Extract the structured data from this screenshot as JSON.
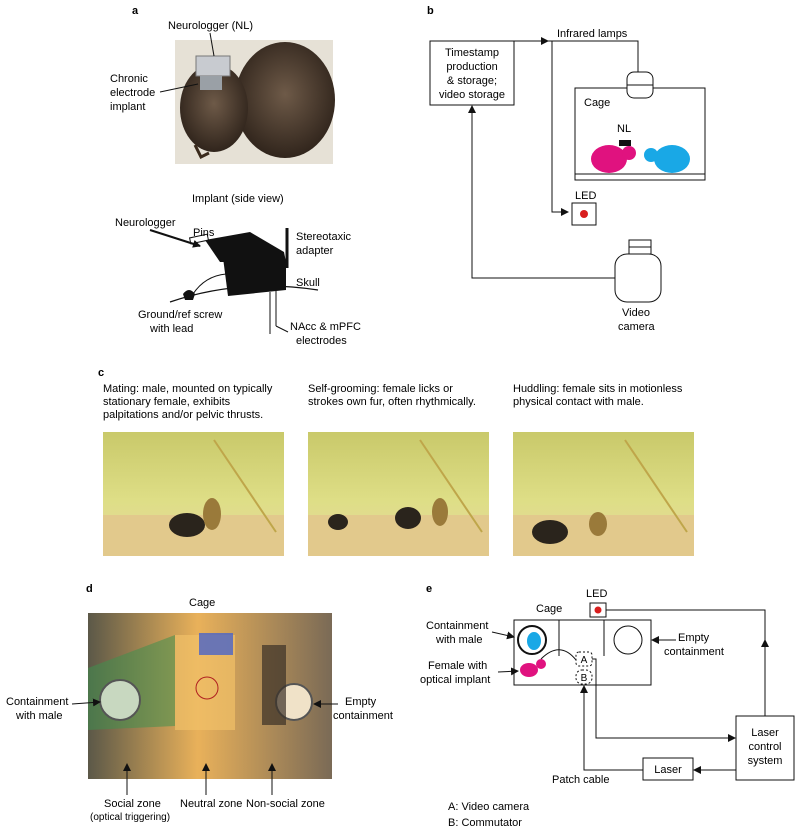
{
  "panels": {
    "a": {
      "letter": "a",
      "nl_label": "Neurologger (NL)",
      "implant_label_1": "Chronic",
      "implant_label_2": "electrode",
      "implant_label_3": "implant",
      "side_view_title": "Implant (side view)",
      "neurologger": "Neurologger",
      "pins": "Pins",
      "stereotaxic_1": "Stereotaxic",
      "stereotaxic_2": "adapter",
      "skull": "Skull",
      "ground_1": "Ground/ref screw",
      "ground_2": "with lead",
      "electrodes_1": "NAcc & mPFC",
      "electrodes_2": "electrodes"
    },
    "b": {
      "letter": "b",
      "timestamp_1": "Timestamp",
      "timestamp_2": "production",
      "timestamp_3": "& storage;",
      "timestamp_4": "video storage",
      "infrared": "Infrared lamps",
      "cage": "Cage",
      "nl": "NL",
      "led": "LED",
      "camera_1": "Video",
      "camera_2": "camera"
    },
    "c": {
      "letter": "c",
      "items": [
        {
          "line1": "Mating: male, mounted on typically",
          "line2": "stationary female, exhibits",
          "line3": "palpitations and/or pelvic thrusts."
        },
        {
          "line1": "Self-grooming: female licks or",
          "line2": "strokes own fur, often rhythmically.",
          "line3": ""
        },
        {
          "line1": "Huddling: female sits in motionless",
          "line2": "physical contact with male.",
          "line3": ""
        }
      ]
    },
    "d": {
      "letter": "d",
      "cage": "Cage",
      "containment_male_1": "Containment",
      "containment_male_2": "with male",
      "empty_1": "Empty",
      "empty_2": "containment",
      "social_1": "Social zone",
      "social_2": "(optical triggering)",
      "neutral": "Neutral zone",
      "nonsocial": "Non-social zone"
    },
    "e": {
      "letter": "e",
      "led": "LED",
      "cage": "Cage",
      "containment_male_1": "Containment",
      "containment_male_2": "with male",
      "female_1": "Female with",
      "female_2": "optical implant",
      "empty_1": "Empty",
      "empty_2": "containment",
      "a_box": "A",
      "b_box": "B",
      "laser": "Laser",
      "control_1": "Laser",
      "control_2": "control",
      "control_3": "system",
      "patch": "Patch cable",
      "legend_a": "A: Video camera",
      "legend_b": "B: Commutator"
    }
  },
  "colors": {
    "magenta": "#e0127f",
    "cyan": "#19a8e6",
    "led_red": "#d81e1e",
    "photo_yellow": "#d7d47a",
    "zone_green": "#3f8f4f"
  }
}
